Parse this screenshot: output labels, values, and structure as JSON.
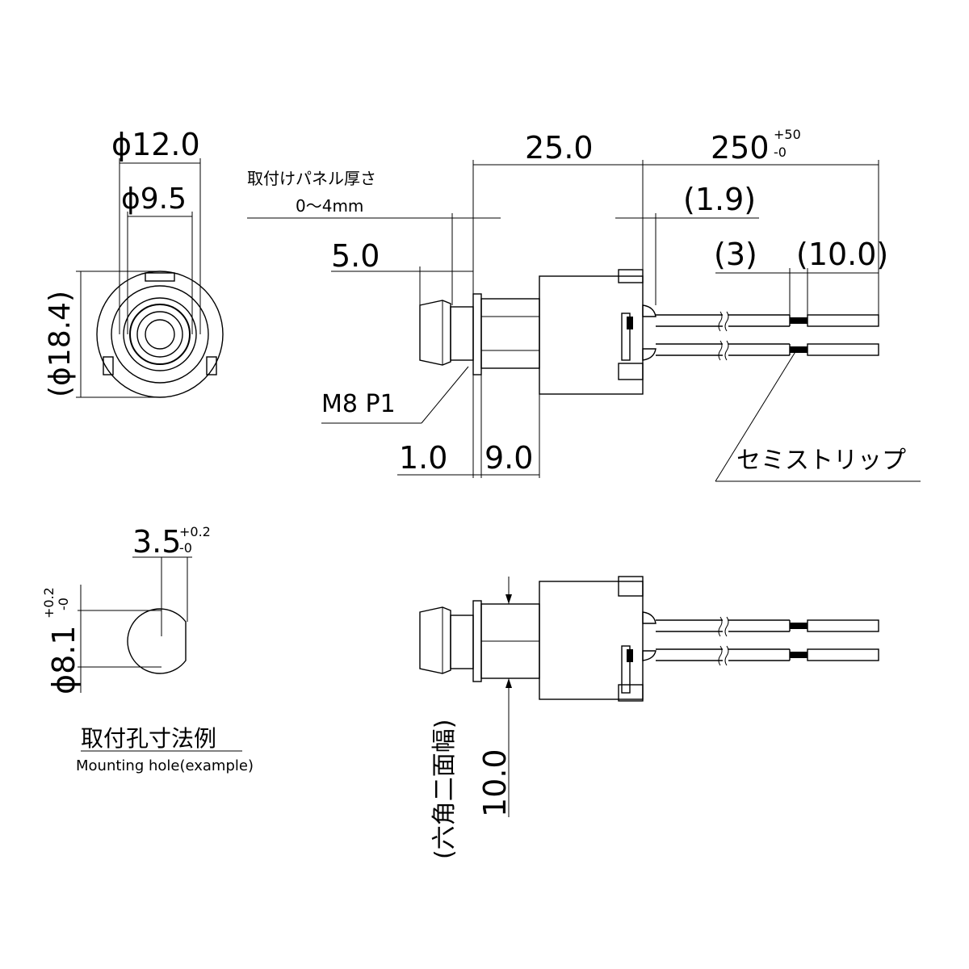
{
  "front_view": {
    "dia_outer": "ϕ12.0",
    "dia_inner": "ϕ9.5",
    "dia_flange": "(ϕ18.4)"
  },
  "side_view": {
    "length_body": "25.0",
    "lead_length": "250",
    "lead_tol_plus": "+50",
    "lead_tol_minus": "-0",
    "panel_label": "取付けパネル厚さ",
    "panel_range": "0～4mm",
    "cap_length": "5.0",
    "gap_1_9": "(1.9)",
    "strip_3": "(3)",
    "strip_10": "(10.0)",
    "thread_label": "M8 P1",
    "flange_thickness": "1.0",
    "nut_length": "9.0",
    "semistrip_label": "セミストリップ"
  },
  "hole_view": {
    "width": "3.5",
    "width_tol_plus": "+0.2",
    "width_tol_minus": "-0",
    "dia": "ϕ8.1",
    "dia_tol_plus": "+0.2",
    "dia_tol_minus": "-0",
    "title_jp": "取付孔寸法例",
    "title_en": "Mounting hole(example)"
  },
  "bottom_view": {
    "hex_width": "10.0",
    "hex_label": "(六角二面幅)"
  }
}
